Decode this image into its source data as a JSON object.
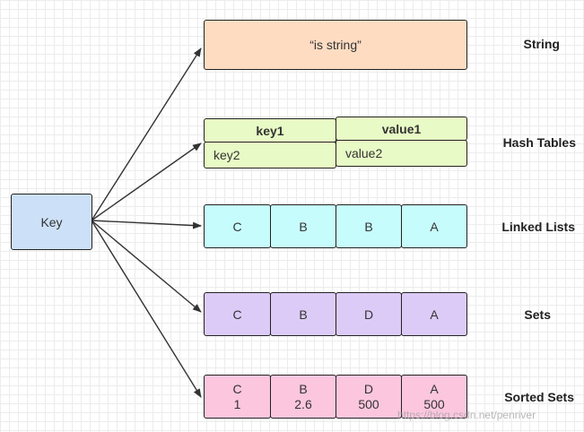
{
  "key": {
    "label": "Key",
    "color": "#cce0f7"
  },
  "string": {
    "value": "“is string”",
    "label": "String",
    "color": "#fddcc2"
  },
  "hash": {
    "label": "Hash Tables",
    "color": "#e8fac5",
    "headers": [
      "key1",
      "value1"
    ],
    "row": [
      "key2",
      "value2"
    ]
  },
  "linked_list": {
    "label": "Linked Lists",
    "color": "#c7fcfc",
    "items": [
      "C",
      "B",
      "B",
      "A"
    ]
  },
  "sets": {
    "label": "Sets",
    "color": "#dccbf7",
    "items": [
      "C",
      "B",
      "D",
      "A"
    ]
  },
  "sorted_sets": {
    "label": "Sorted Sets",
    "color": "#fbc6de",
    "items": [
      {
        "member": "C",
        "score": "1"
      },
      {
        "member": "B",
        "score": "2.6"
      },
      {
        "member": "D",
        "score": "500"
      },
      {
        "member": "A",
        "score": "500"
      }
    ]
  },
  "watermark": "https://blog.csdn.net/penriver"
}
